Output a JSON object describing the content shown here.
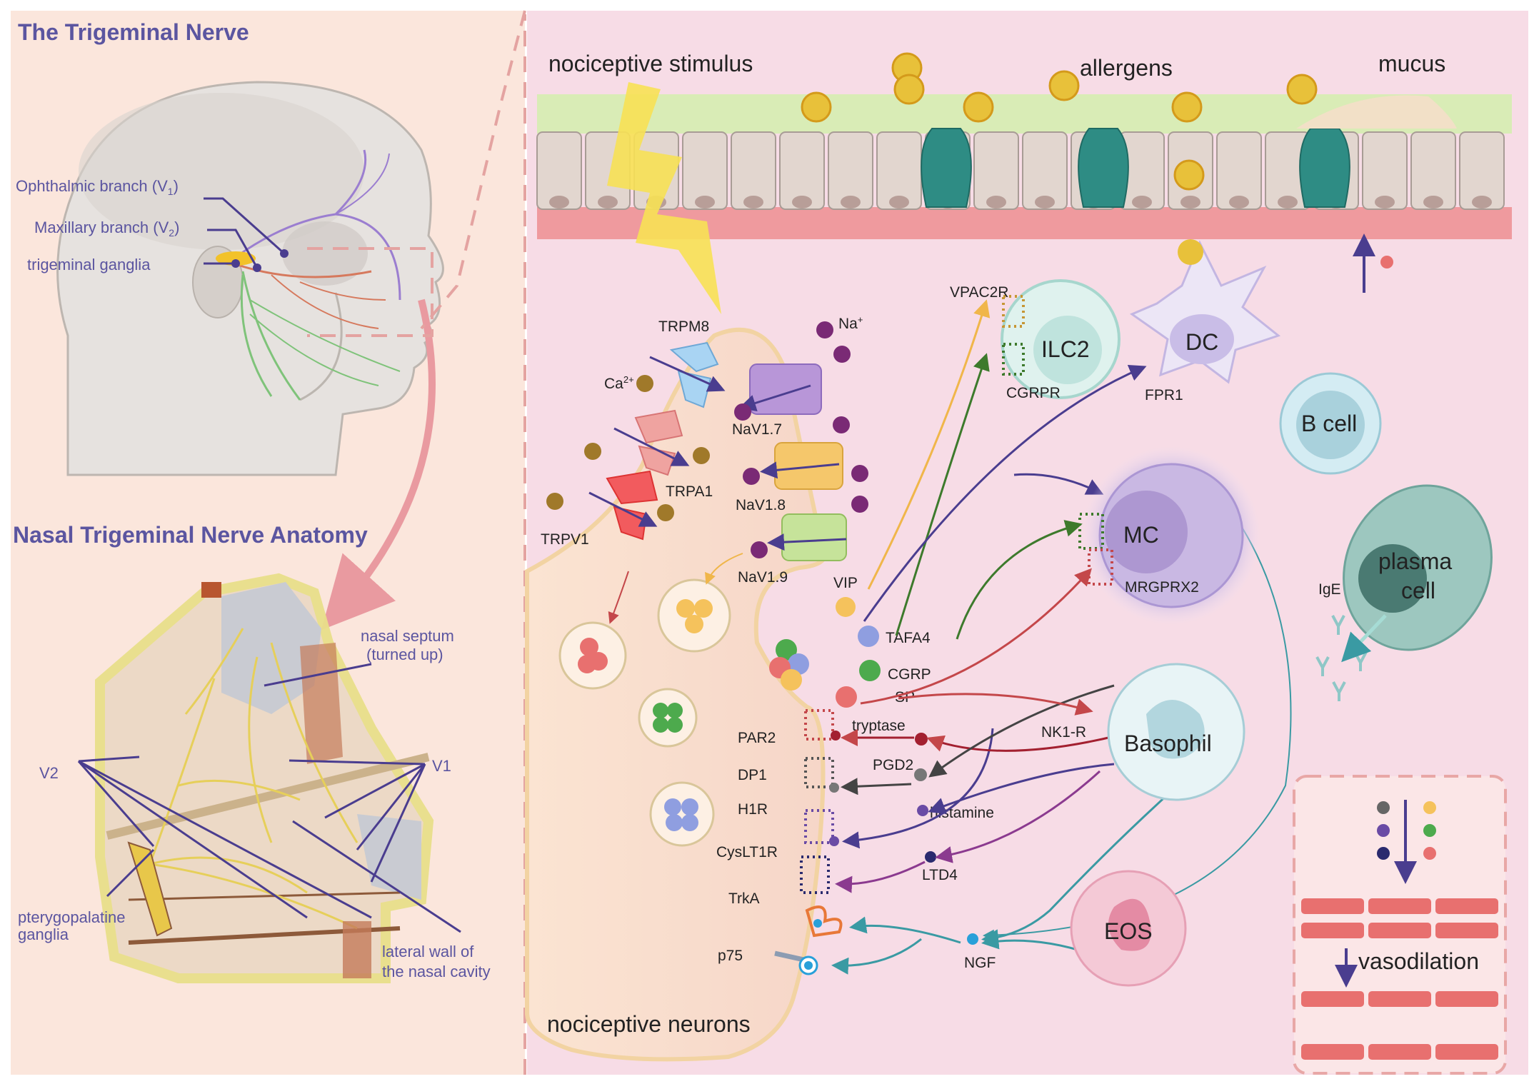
{
  "left": {
    "title": "The Trigeminal Nerve",
    "ophthalmic": [
      "Ophthalmic branch (V",
      "1",
      ")"
    ],
    "maxillary": [
      "Maxillary branch (V",
      "2",
      ")"
    ],
    "ganglia": "trigeminal ganglia",
    "anatomy_title": "Nasal Trigeminal Nerve Anatomy",
    "septum": [
      "nasal septum",
      "(turned up)"
    ],
    "v2": "V2",
    "v1": "V1",
    "pterygo": [
      "pterygopalatine",
      "ganglia"
    ],
    "lateral": [
      "lateral wall of",
      "the nasal cavity"
    ]
  },
  "right": {
    "nociceptive_stimulus": "nociceptive stimulus",
    "allergens": "allergens",
    "mucus": "mucus",
    "channels": {
      "trpm8": "TRPM8",
      "trpa1": "TRPA1",
      "trpv1": "TRPV1",
      "ca_base": "Ca",
      "ca_sup": "2+",
      "na_base": "Na",
      "na_sup": "+",
      "nav17": "NaV1.7",
      "nav18": "NaV1.8",
      "nav19": "NaV1.9"
    },
    "mediators": {
      "vip": "VIP",
      "tafa4": "TAFA4",
      "cgrp": "CGRP",
      "sp": "SP",
      "tryptase": "tryptase",
      "pgd2": "PGD2",
      "histamine": "histamine",
      "ltd4": "LTD4",
      "ngf": "NGF",
      "ige": "IgE"
    },
    "receptors": {
      "par2": "PAR2",
      "dp1": "DP1",
      "h1r": "H1R",
      "cyslt1r": "CysLT1R",
      "trka": "TrkA",
      "p75": "p75",
      "vpac2r": "VPAC2R",
      "cgrpr": "CGRPR",
      "fpr1": "FPR1",
      "mrgprx2": "MRGPRX2",
      "nk1r": "NK1-R"
    },
    "cells": {
      "ilc2": "ILC2",
      "dc": "DC",
      "bcell": "B cell",
      "mc": "MC",
      "plasma": [
        "plasma",
        "cell"
      ],
      "basophil": "Basophil",
      "eos": "EOS"
    },
    "vasodilation": "vasodilation",
    "neurons": "nociceptive neurons"
  },
  "colors": {
    "title_purple": "#5b55a0",
    "left_bg": "#fbe6dc",
    "right_bg": "#f7dce6",
    "arrow_purple": "#4a3d8f",
    "arrow_green": "#3d7a2c",
    "arrow_red": "#c4474a",
    "arrow_orange": "#f0b64a",
    "arrow_teal": "#3a9aa3",
    "vessel_red": "#e8706f"
  }
}
